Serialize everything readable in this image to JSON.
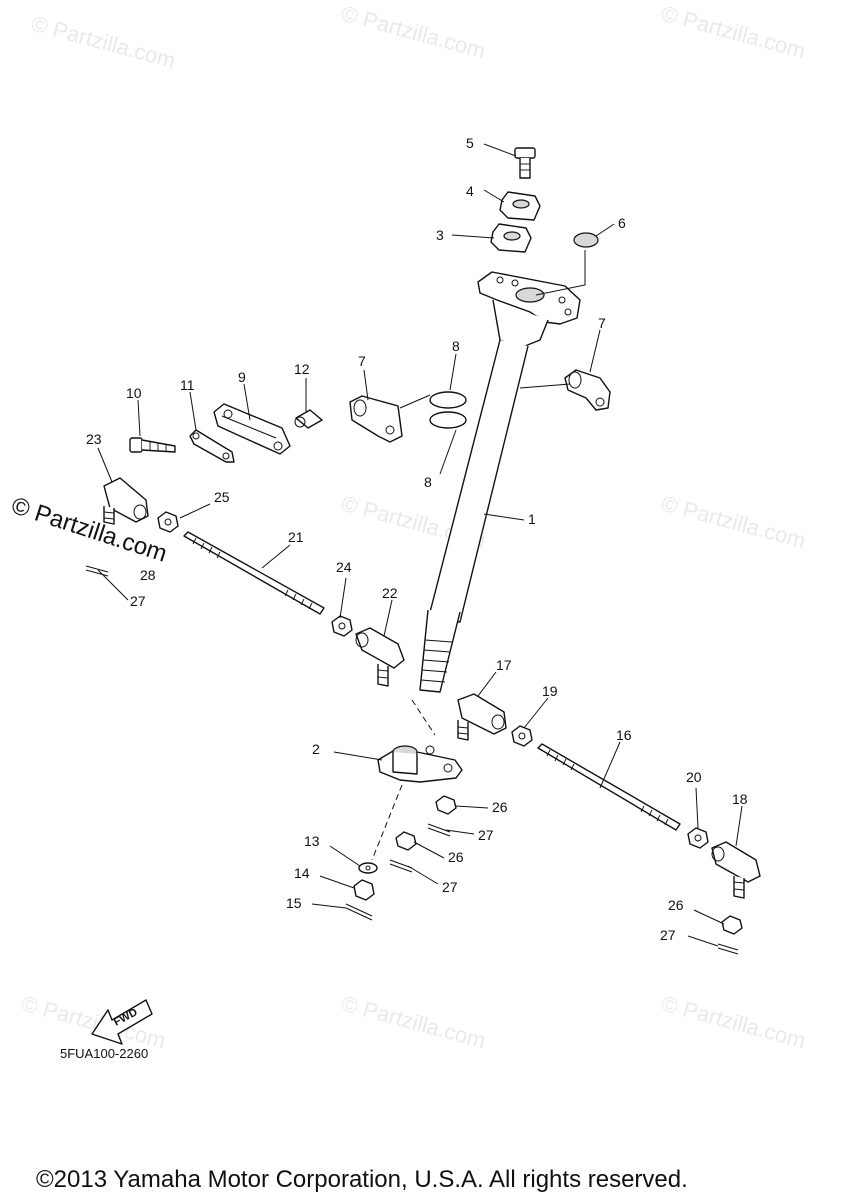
{
  "watermark": {
    "text": "© Partzilla.com"
  },
  "diagram": {
    "code": "5FUA100-2260",
    "fwd_label": "FWD",
    "copyright": "©2013 Yamaha Motor Corporation, U.S.A. All rights reserved.",
    "callouts": {
      "c1": "1",
      "c2": "2",
      "c3": "3",
      "c4": "4",
      "c5": "5",
      "c6": "6",
      "c7a": "7",
      "c7b": "7",
      "c8a": "8",
      "c8b": "8",
      "c9": "9",
      "c10": "10",
      "c11": "11",
      "c12": "12",
      "c13": "13",
      "c14": "14",
      "c15": "15",
      "c16": "16",
      "c17": "17",
      "c18": "18",
      "c19": "19",
      "c20": "20",
      "c21": "21",
      "c22": "22",
      "c23": "23",
      "c24": "24",
      "c25": "25",
      "c26a": "26",
      "c26b": "26",
      "c26c": "26",
      "c27a": "27",
      "c27b": "27",
      "c27c": "27",
      "c27d": "27",
      "c28": "28"
    }
  }
}
